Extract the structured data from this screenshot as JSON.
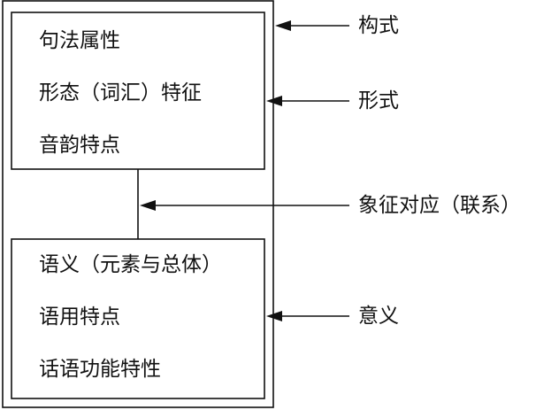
{
  "form_box": {
    "items": [
      "句法属性",
      "形态（词汇）特征",
      "音韵特点"
    ]
  },
  "meaning_box": {
    "items": [
      "语义（元素与总体）",
      "语用特点",
      "话语功能特性"
    ]
  },
  "labels": {
    "construction": "构式",
    "form": "形式",
    "symbolic_link": "象征对应（联系）",
    "meaning": "意义"
  },
  "colors": {
    "ink": "#111111",
    "background": "#ffffff"
  }
}
